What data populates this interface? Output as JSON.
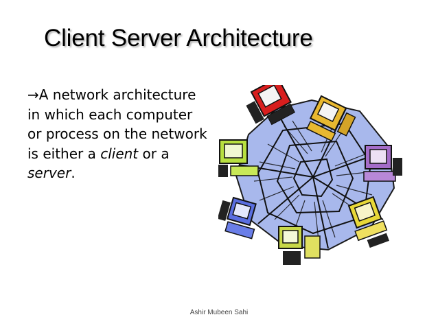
{
  "slide": {
    "title": "Client Server Architecture",
    "body": {
      "arrow": "→",
      "part1": "A network architecture in which each computer or process on the network is either a ",
      "client": "client",
      "or": " or a ",
      "server": "server",
      "end": "."
    },
    "footer": "Ashir Mubeen Sahi"
  },
  "figure": {
    "icon": "networked-computers-web-icon",
    "computer_colors": [
      "#d81e1e",
      "#e8b830",
      "#a46cc8",
      "#e8d838",
      "#c8d848",
      "#5a6ee0",
      "#b8e040"
    ],
    "web_color": "#a8b8ec"
  }
}
